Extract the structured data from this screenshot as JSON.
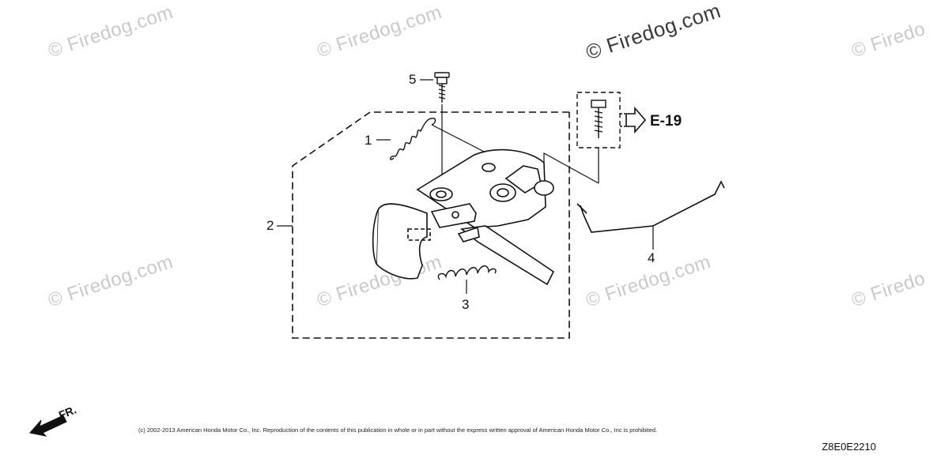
{
  "watermarks": [
    "© Firedog.com",
    "© Firedog.com",
    "© Firedog.com",
    "© Firedo",
    "© Firedog.com",
    "© Firedog.com",
    "© Firedog.com",
    "© Firedo"
  ],
  "callouts": {
    "part_1": "1",
    "part_2": "2",
    "part_3": "3",
    "part_4": "4",
    "part_5": "5"
  },
  "reference": "E-19",
  "direction": "FR.",
  "copyright": "(c) 2002-2013 American Honda Motor Co., Inc. Reproduction of the contents of this publication in whole or in part without the express written approval of American Honda Motor Co., Inc is prohibited.",
  "diagram_code": "Z8E0E2210"
}
